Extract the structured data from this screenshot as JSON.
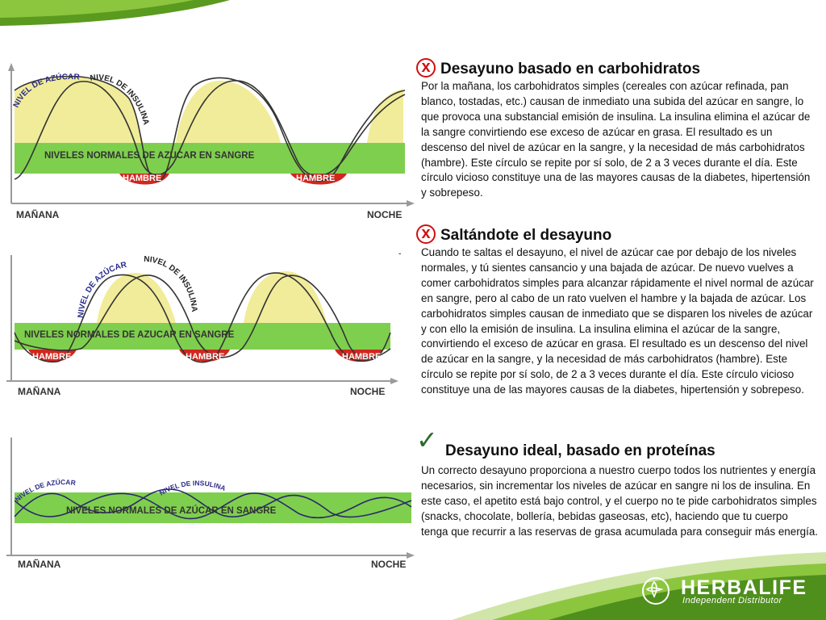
{
  "colors": {
    "green_band": "#7fcf4e",
    "sugar_fill": "#f1ec9a",
    "hunger_red": "#d0271e",
    "brand_green": "#5a9a1e"
  },
  "diagrams": [
    {
      "sugar_label": "NIVEL DE AZÚCAR",
      "insulin_label": "NIVEL DE INSULINA",
      "band_label": "NIVELES NORMALES DE AZUCAR EN SANGRE",
      "hunger_labels": [
        "HAMBRE",
        "HAMBRE"
      ],
      "x_start": "MAÑANA",
      "x_end": "NOCHE"
    },
    {
      "sugar_label": "NIVEL DE AZÚCAR",
      "insulin_label": "NIVEL DE INSULINA",
      "band_label": "NIVELES NORMALES DE AZUCAR EN SANGRE",
      "hunger_labels": [
        "HAMBRE",
        "HAMBRE",
        "HAMBRE"
      ],
      "x_start": "MAÑANA",
      "x_end": "NOCHE",
      "marker": "-"
    },
    {
      "sugar_label": "NIVEL DE AZÚCAR",
      "insulin_label": "NIVEL DE INSULINA",
      "band_label": "NIVELES NORMALES DE AZÚCAR EN SANGRE",
      "x_start": "MAÑANA",
      "x_end": "NOCHE"
    }
  ],
  "sections": [
    {
      "mark": "x",
      "title": "Desayuno basado en carbohidratos",
      "body": "Por la mañana, los carbohidratos simples (cereales con azúcar refinada, pan blanco, tostadas, etc.) causan de inmediato una subida del azúcar en sangre, lo que provoca una substancial emisión de insulina. La insulina elimina el azúcar de la sangre convirtiendo ese exceso de azúcar en grasa. El resultado es un descenso del nivel de azúcar en la sangre, y la necesidad de más carbohidratos (hambre). Este círculo se repite por sí solo, de 2 a 3 veces durante el día. Este círculo vicioso constituye una de las mayores causas de la diabetes, hipertensión y sobrepeso."
    },
    {
      "mark": "x",
      "title": "Saltándote el desayuno",
      "body": "Cuando te saltas el desayuno, el nivel de azúcar cae por debajo de los niveles normales, y tú sientes cansancio y una bajada de azúcar. De nuevo vuelves a comer carbohidratos simples para alcanzar rápidamente el nivel normal de azúcar en sangre, pero al cabo de un rato vuelven el hambre y la bajada de azúcar. Los carbohidratos simples causan de inmediato que se disparen los niveles de azúcar y con ello la emisión de insulina. La insulina elimina el azúcar de la sangre, convirtiendo el exceso de azúcar en grasa. El resultado es un descenso del nivel de azúcar en la sangre, y la necesidad de más carbohidratos (hambre). Este círculo se repite por sí solo, de 2 a 3 veces durante el día. Este círculo vicioso constituye una de las mayores causas de la diabetes, hipertensión y sobrepeso."
    },
    {
      "mark": "check",
      "title": "Desayuno ideal, basado en proteínas",
      "body": "Un correcto desayuno proporciona a nuestro cuerpo todos los nutrientes y energía necesarios, sin incrementar los niveles de azúcar en sangre ni los de insulina. En este caso, el apetito está bajo control, y el cuerpo no te pide carbohidratos simples (snacks, chocolate, bollería, bebidas gaseosas, etc), haciendo que tu cuerpo tenga que recurrir a las reservas de grasa acumulada para conseguir más energía."
    }
  ],
  "logo": {
    "name": "HERBALIFE",
    "tagline": "Independent Distributor"
  }
}
